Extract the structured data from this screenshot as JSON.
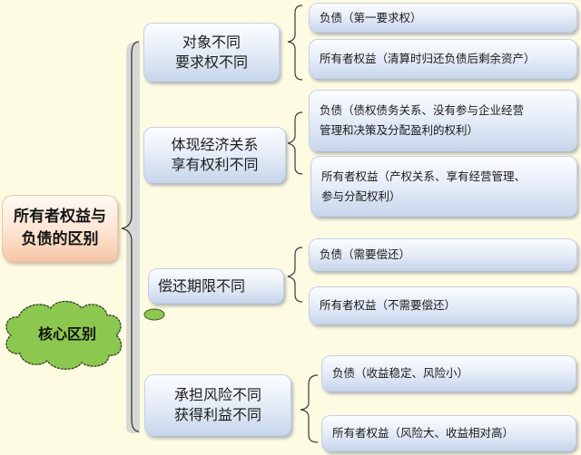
{
  "root": {
    "line1": "所有者权益与",
    "line2": "负债的区别"
  },
  "tag": {
    "label": "核心区别",
    "color": "#8cc850"
  },
  "colors": {
    "background": "#fefbe3",
    "node_top": "#fbfdff",
    "node_bottom": "#c7d6ec",
    "root_bottom": "#f6c6a6",
    "bracket": "#3a3a3a"
  },
  "branches": [
    {
      "title": {
        "line1": "对象不同",
        "line2": "要求权不同"
      },
      "children": [
        {
          "line1": "负债（第一要求权）"
        },
        {
          "line1": "所有者权益（清算时归还负债后剩余资产）"
        }
      ]
    },
    {
      "title": {
        "line1": "体现经济关系",
        "line2": "享有权利不同"
      },
      "children": [
        {
          "line1": "负债（债权债务关系、没有参与企业经营",
          "line2": "管理和决策及分配盈利的权利）"
        },
        {
          "line1": "所有者权益（产权关系、享有经营管理、",
          "line2": "参与分配权利）"
        }
      ]
    },
    {
      "title": {
        "line1": "偿还期限不同"
      },
      "children": [
        {
          "line1": "负债（需要偿还）"
        },
        {
          "line1": "所有者权益（不需要偿还）"
        }
      ]
    },
    {
      "title": {
        "line1": "承担风险不同",
        "line2": "获得利益不同"
      },
      "children": [
        {
          "line1": "负债（收益稳定、风险小）"
        },
        {
          "line1": "所有者权益（风险大、收益相对高）"
        }
      ]
    }
  ]
}
